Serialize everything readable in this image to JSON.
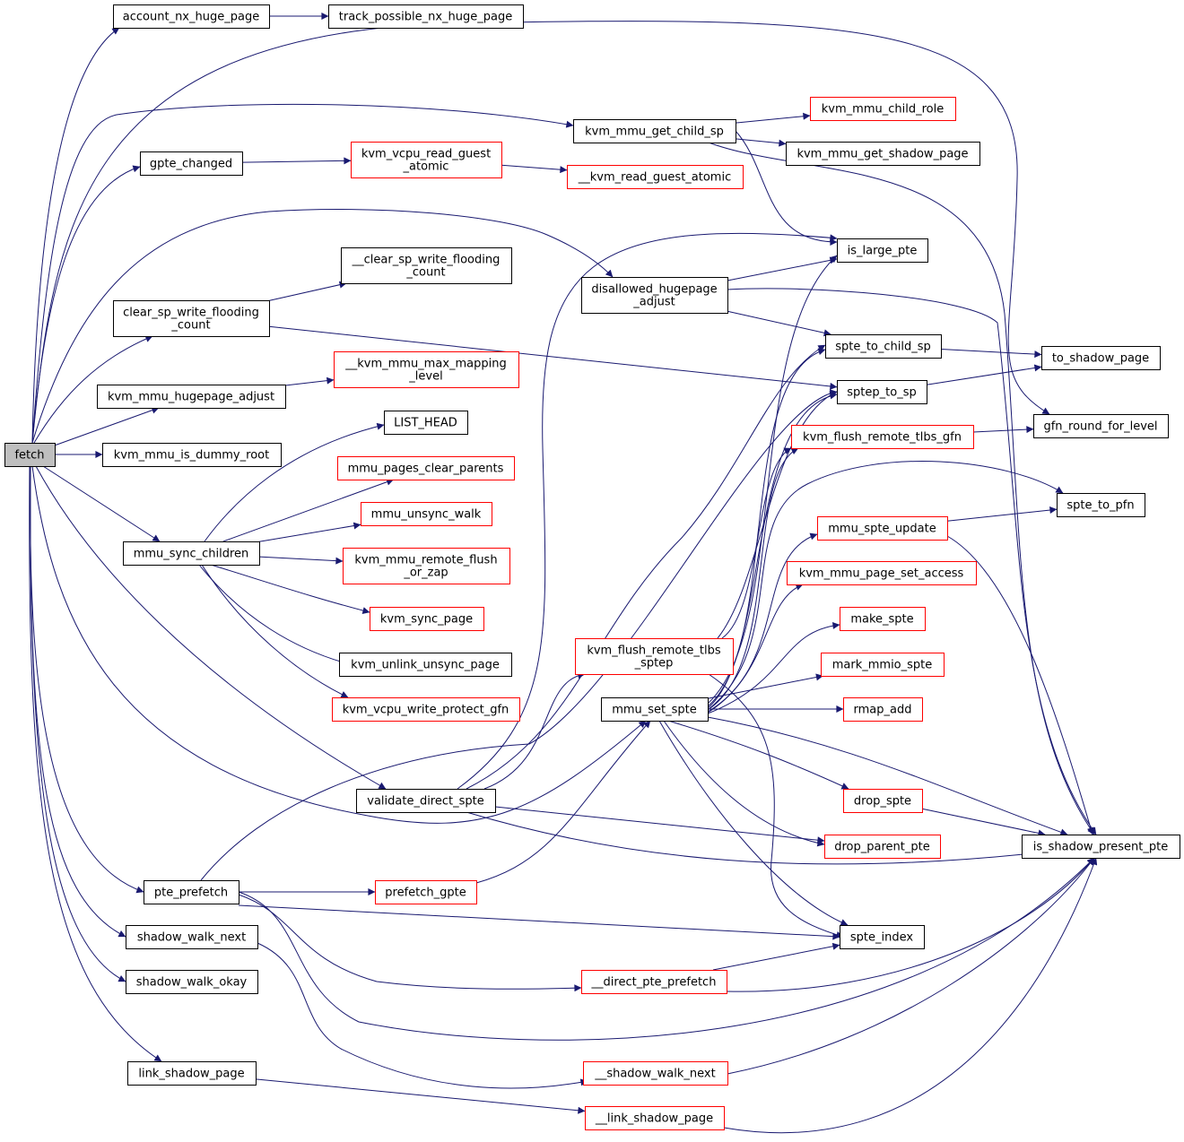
{
  "graph": {
    "edge_color": "#191970",
    "node_border_black": "#000000",
    "node_border_red": "#ff0000",
    "root_fill": "#bfbfbf",
    "nodes": [
      {
        "id": "fetch",
        "lines": [
          "fetch"
        ],
        "style": "root"
      },
      {
        "id": "account_nx_huge_page",
        "lines": [
          "account_nx_huge_page"
        ],
        "style": "black"
      },
      {
        "id": "track_possible_nx_huge_page",
        "lines": [
          "track_possible_nx_huge_page"
        ],
        "style": "black"
      },
      {
        "id": "kvm_mmu_get_child_sp",
        "lines": [
          "kvm_mmu_get_child_sp"
        ],
        "style": "black"
      },
      {
        "id": "kvm_mmu_child_role",
        "lines": [
          "kvm_mmu_child_role"
        ],
        "style": "red"
      },
      {
        "id": "kvm_mmu_get_shadow_page",
        "lines": [
          "kvm_mmu_get_shadow_page"
        ],
        "style": "black"
      },
      {
        "id": "gpte_changed",
        "lines": [
          "gpte_changed"
        ],
        "style": "black"
      },
      {
        "id": "kvm_vcpu_read_guest_atomic",
        "lines": [
          "kvm_vcpu_read_guest",
          "_atomic"
        ],
        "style": "red"
      },
      {
        "id": "__kvm_read_guest_atomic",
        "lines": [
          "__kvm_read_guest_atomic"
        ],
        "style": "red"
      },
      {
        "id": "is_large_pte",
        "lines": [
          "is_large_pte"
        ],
        "style": "black"
      },
      {
        "id": "__clear_sp_write_flooding_count",
        "lines": [
          "__clear_sp_write_flooding",
          "_count"
        ],
        "style": "black"
      },
      {
        "id": "disallowed_hugepage_adjust",
        "lines": [
          "disallowed_hugepage",
          "_adjust"
        ],
        "style": "black"
      },
      {
        "id": "clear_sp_write_flooding_count",
        "lines": [
          "clear_sp_write_flooding",
          "_count"
        ],
        "style": "black"
      },
      {
        "id": "spte_to_child_sp",
        "lines": [
          "spte_to_child_sp"
        ],
        "style": "black"
      },
      {
        "id": "to_shadow_page",
        "lines": [
          "to_shadow_page"
        ],
        "style": "black"
      },
      {
        "id": "__kvm_mmu_max_mapping_level",
        "lines": [
          "__kvm_mmu_max_mapping",
          "_level"
        ],
        "style": "red"
      },
      {
        "id": "kvm_mmu_hugepage_adjust",
        "lines": [
          "kvm_mmu_hugepage_adjust"
        ],
        "style": "black"
      },
      {
        "id": "sptep_to_sp",
        "lines": [
          "sptep_to_sp"
        ],
        "style": "black"
      },
      {
        "id": "gfn_round_for_level",
        "lines": [
          "gfn_round_for_level"
        ],
        "style": "black"
      },
      {
        "id": "LIST_HEAD",
        "lines": [
          "LIST_HEAD"
        ],
        "style": "black"
      },
      {
        "id": "kvm_flush_remote_tlbs_gfn",
        "lines": [
          "kvm_flush_remote_tlbs_gfn"
        ],
        "style": "red"
      },
      {
        "id": "kvm_mmu_is_dummy_root",
        "lines": [
          "kvm_mmu_is_dummy_root"
        ],
        "style": "black"
      },
      {
        "id": "mmu_pages_clear_parents",
        "lines": [
          "mmu_pages_clear_parents"
        ],
        "style": "red"
      },
      {
        "id": "spte_to_pfn",
        "lines": [
          "spte_to_pfn"
        ],
        "style": "black"
      },
      {
        "id": "mmu_unsync_walk",
        "lines": [
          "mmu_unsync_walk"
        ],
        "style": "red"
      },
      {
        "id": "mmu_spte_update",
        "lines": [
          "mmu_spte_update"
        ],
        "style": "red"
      },
      {
        "id": "mmu_sync_children",
        "lines": [
          "mmu_sync_children"
        ],
        "style": "black"
      },
      {
        "id": "kvm_mmu_remote_flush_or_zap",
        "lines": [
          "kvm_mmu_remote_flush",
          "_or_zap"
        ],
        "style": "red"
      },
      {
        "id": "kvm_mmu_page_set_access",
        "lines": [
          "kvm_mmu_page_set_access"
        ],
        "style": "red"
      },
      {
        "id": "kvm_sync_page",
        "lines": [
          "kvm_sync_page"
        ],
        "style": "red"
      },
      {
        "id": "make_spte",
        "lines": [
          "make_spte"
        ],
        "style": "red"
      },
      {
        "id": "kvm_flush_remote_tlbs_sptep",
        "lines": [
          "kvm_flush_remote_tlbs",
          "_sptep"
        ],
        "style": "red"
      },
      {
        "id": "kvm_unlink_unsync_page",
        "lines": [
          "kvm_unlink_unsync_page"
        ],
        "style": "black"
      },
      {
        "id": "mark_mmio_spte",
        "lines": [
          "mark_mmio_spte"
        ],
        "style": "red"
      },
      {
        "id": "mmu_set_spte",
        "lines": [
          "mmu_set_spte"
        ],
        "style": "black"
      },
      {
        "id": "kvm_vcpu_write_protect_gfn",
        "lines": [
          "kvm_vcpu_write_protect_gfn"
        ],
        "style": "red"
      },
      {
        "id": "rmap_add",
        "lines": [
          "rmap_add"
        ],
        "style": "red"
      },
      {
        "id": "validate_direct_spte",
        "lines": [
          "validate_direct_spte"
        ],
        "style": "black"
      },
      {
        "id": "drop_spte",
        "lines": [
          "drop_spte"
        ],
        "style": "red"
      },
      {
        "id": "is_shadow_present_pte",
        "lines": [
          "is_shadow_present_pte"
        ],
        "style": "black"
      },
      {
        "id": "drop_parent_pte",
        "lines": [
          "drop_parent_pte"
        ],
        "style": "red"
      },
      {
        "id": "pte_prefetch",
        "lines": [
          "pte_prefetch"
        ],
        "style": "black"
      },
      {
        "id": "prefetch_gpte",
        "lines": [
          "prefetch_gpte"
        ],
        "style": "red"
      },
      {
        "id": "shadow_walk_next",
        "lines": [
          "shadow_walk_next"
        ],
        "style": "black"
      },
      {
        "id": "spte_index",
        "lines": [
          "spte_index"
        ],
        "style": "black"
      },
      {
        "id": "shadow_walk_okay",
        "lines": [
          "shadow_walk_okay"
        ],
        "style": "black"
      },
      {
        "id": "__direct_pte_prefetch",
        "lines": [
          "__direct_pte_prefetch"
        ],
        "style": "red"
      },
      {
        "id": "link_shadow_page",
        "lines": [
          "link_shadow_page"
        ],
        "style": "black"
      },
      {
        "id": "__shadow_walk_next",
        "lines": [
          "__shadow_walk_next"
        ],
        "style": "red"
      },
      {
        "id": "__link_shadow_page",
        "lines": [
          "__link_shadow_page"
        ],
        "style": "red"
      }
    ],
    "edges": [
      [
        "fetch",
        "account_nx_huge_page"
      ],
      [
        "account_nx_huge_page",
        "track_possible_nx_huge_page"
      ],
      [
        "fetch",
        "kvm_mmu_get_child_sp"
      ],
      [
        "kvm_mmu_get_child_sp",
        "kvm_mmu_child_role"
      ],
      [
        "kvm_mmu_get_child_sp",
        "kvm_mmu_get_shadow_page"
      ],
      [
        "kvm_mmu_get_child_sp",
        "is_large_pte"
      ],
      [
        "kvm_mmu_get_child_sp",
        "is_shadow_present_pte"
      ],
      [
        "fetch",
        "gpte_changed"
      ],
      [
        "gpte_changed",
        "kvm_vcpu_read_guest_atomic"
      ],
      [
        "kvm_vcpu_read_guest_atomic",
        "__kvm_read_guest_atomic"
      ],
      [
        "fetch",
        "disallowed_hugepage_adjust"
      ],
      [
        "disallowed_hugepage_adjust",
        "is_large_pte"
      ],
      [
        "disallowed_hugepage_adjust",
        "spte_to_child_sp"
      ],
      [
        "disallowed_hugepage_adjust",
        "is_shadow_present_pte"
      ],
      [
        "fetch",
        "clear_sp_write_flooding_count"
      ],
      [
        "clear_sp_write_flooding_count",
        "__clear_sp_write_flooding_count"
      ],
      [
        "clear_sp_write_flooding_count",
        "sptep_to_sp"
      ],
      [
        "fetch",
        "kvm_mmu_hugepage_adjust"
      ],
      [
        "kvm_mmu_hugepage_adjust",
        "__kvm_mmu_max_mapping_level"
      ],
      [
        "fetch",
        "kvm_mmu_is_dummy_root"
      ],
      [
        "fetch",
        "gfn_round_for_level"
      ],
      [
        "fetch",
        "mmu_sync_children"
      ],
      [
        "mmu_sync_children",
        "LIST_HEAD"
      ],
      [
        "mmu_sync_children",
        "mmu_pages_clear_parents"
      ],
      [
        "mmu_sync_children",
        "mmu_unsync_walk"
      ],
      [
        "mmu_sync_children",
        "kvm_mmu_remote_flush_or_zap"
      ],
      [
        "mmu_sync_children",
        "kvm_sync_page"
      ],
      [
        "mmu_sync_children",
        "kvm_unlink_unsync_page"
      ],
      [
        "mmu_sync_children",
        "kvm_vcpu_write_protect_gfn"
      ],
      [
        "fetch",
        "validate_direct_spte"
      ],
      [
        "validate_direct_spte",
        "is_large_pte"
      ],
      [
        "validate_direct_spte",
        "spte_to_child_sp"
      ],
      [
        "validate_direct_spte",
        "kvm_flush_remote_tlbs_sptep"
      ],
      [
        "validate_direct_spte",
        "drop_parent_pte"
      ],
      [
        "validate_direct_spte",
        "is_shadow_present_pte"
      ],
      [
        "fetch",
        "mmu_set_spte"
      ],
      [
        "fetch",
        "pte_prefetch"
      ],
      [
        "pte_prefetch",
        "sptep_to_sp"
      ],
      [
        "pte_prefetch",
        "prefetch_gpte"
      ],
      [
        "pte_prefetch",
        "spte_index"
      ],
      [
        "pte_prefetch",
        "__direct_pte_prefetch"
      ],
      [
        "pte_prefetch",
        "is_shadow_present_pte"
      ],
      [
        "prefetch_gpte",
        "mmu_set_spte"
      ],
      [
        "__direct_pte_prefetch",
        "spte_index"
      ],
      [
        "__direct_pte_prefetch",
        "is_shadow_present_pte"
      ],
      [
        "fetch",
        "shadow_walk_next"
      ],
      [
        "shadow_walk_next",
        "__shadow_walk_next"
      ],
      [
        "fetch",
        "shadow_walk_okay"
      ],
      [
        "fetch",
        "link_shadow_page"
      ],
      [
        "link_shadow_page",
        "__link_shadow_page"
      ],
      [
        "__shadow_walk_next",
        "is_shadow_present_pte"
      ],
      [
        "__link_shadow_page",
        "is_shadow_present_pte"
      ],
      [
        "spte_to_child_sp",
        "to_shadow_page"
      ],
      [
        "sptep_to_sp",
        "to_shadow_page"
      ],
      [
        "kvm_flush_remote_tlbs_gfn",
        "gfn_round_for_level"
      ],
      [
        "kvm_flush_remote_tlbs_sptep",
        "sptep_to_sp"
      ],
      [
        "kvm_flush_remote_tlbs_sptep",
        "kvm_flush_remote_tlbs_gfn"
      ],
      [
        "kvm_flush_remote_tlbs_sptep",
        "spte_index"
      ],
      [
        "mmu_spte_update",
        "spte_to_pfn"
      ],
      [
        "mmu_spte_update",
        "is_shadow_present_pte"
      ],
      [
        "mmu_set_spte",
        "is_large_pte"
      ],
      [
        "mmu_set_spte",
        "spte_to_child_sp"
      ],
      [
        "mmu_set_spte",
        "sptep_to_sp"
      ],
      [
        "mmu_set_spte",
        "kvm_flush_remote_tlbs_gfn"
      ],
      [
        "mmu_set_spte",
        "spte_to_pfn"
      ],
      [
        "mmu_set_spte",
        "mmu_spte_update"
      ],
      [
        "mmu_set_spte",
        "kvm_mmu_page_set_access"
      ],
      [
        "mmu_set_spte",
        "make_spte"
      ],
      [
        "mmu_set_spte",
        "mark_mmio_spte"
      ],
      [
        "mmu_set_spte",
        "rmap_add"
      ],
      [
        "mmu_set_spte",
        "drop_spte"
      ],
      [
        "mmu_set_spte",
        "drop_parent_pte"
      ],
      [
        "mmu_set_spte",
        "spte_index"
      ],
      [
        "mmu_set_spte",
        "is_shadow_present_pte"
      ],
      [
        "drop_spte",
        "is_shadow_present_pte"
      ]
    ]
  }
}
